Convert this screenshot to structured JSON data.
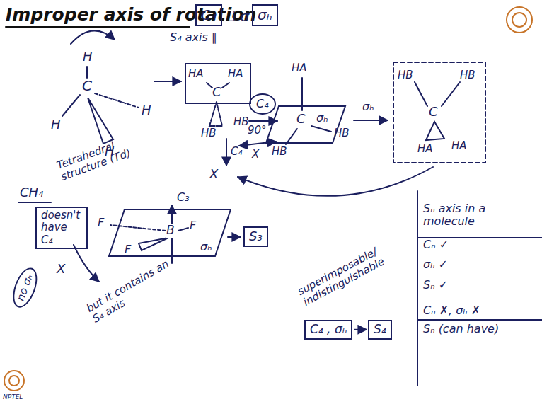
{
  "diagram": {
    "title": "Improper axis of rotation",
    "nodes": [
      {
        "text": [
          "C₄"
        ]
      },
      {
        "text": [
          "σₕ"
        ]
      },
      {
        "text": [
          "doesn't have C₄"
        ]
      },
      {
        "text": [
          "S₃"
        ]
      },
      {
        "text": [
          "C₄ , σₕ"
        ]
      },
      {
        "text": [
          "S₄"
        ]
      },
      {
        "text": [
          "Sₙ axis in a molecule",
          "Cₙ ✓",
          "σₕ ✓",
          "Sₙ ✓",
          "Cₙ ✗, σₕ ✗",
          "Sₙ (can have)"
        ]
      },
      {
        "text": [
          "no σₕ"
        ]
      },
      {
        "text": [
          "C₄"
        ]
      }
    ],
    "edges": [
      {
        "from": 4,
        "to": 5,
        "arrow": "to"
      }
    ],
    "labels": [
      "S₄ axis ∥",
      "⊥σ",
      "H",
      "C",
      "H",
      "H",
      "H",
      "Tetrahedral structure (Td)",
      "HA",
      "HA",
      "C",
      "HB",
      "HB",
      "C₄",
      "X",
      "90°",
      "HA",
      "C",
      "σₕ",
      "HB",
      "HB",
      "σₕ",
      "HB",
      "HB",
      "C",
      "HA",
      "HA",
      "CH₄",
      "X",
      "but it contains an S₄ axis",
      "F",
      "B",
      "F",
      "F",
      "C₃",
      "σₕ",
      "superimposable/ indistinguishable",
      "X",
      "NPTEL"
    ]
  }
}
